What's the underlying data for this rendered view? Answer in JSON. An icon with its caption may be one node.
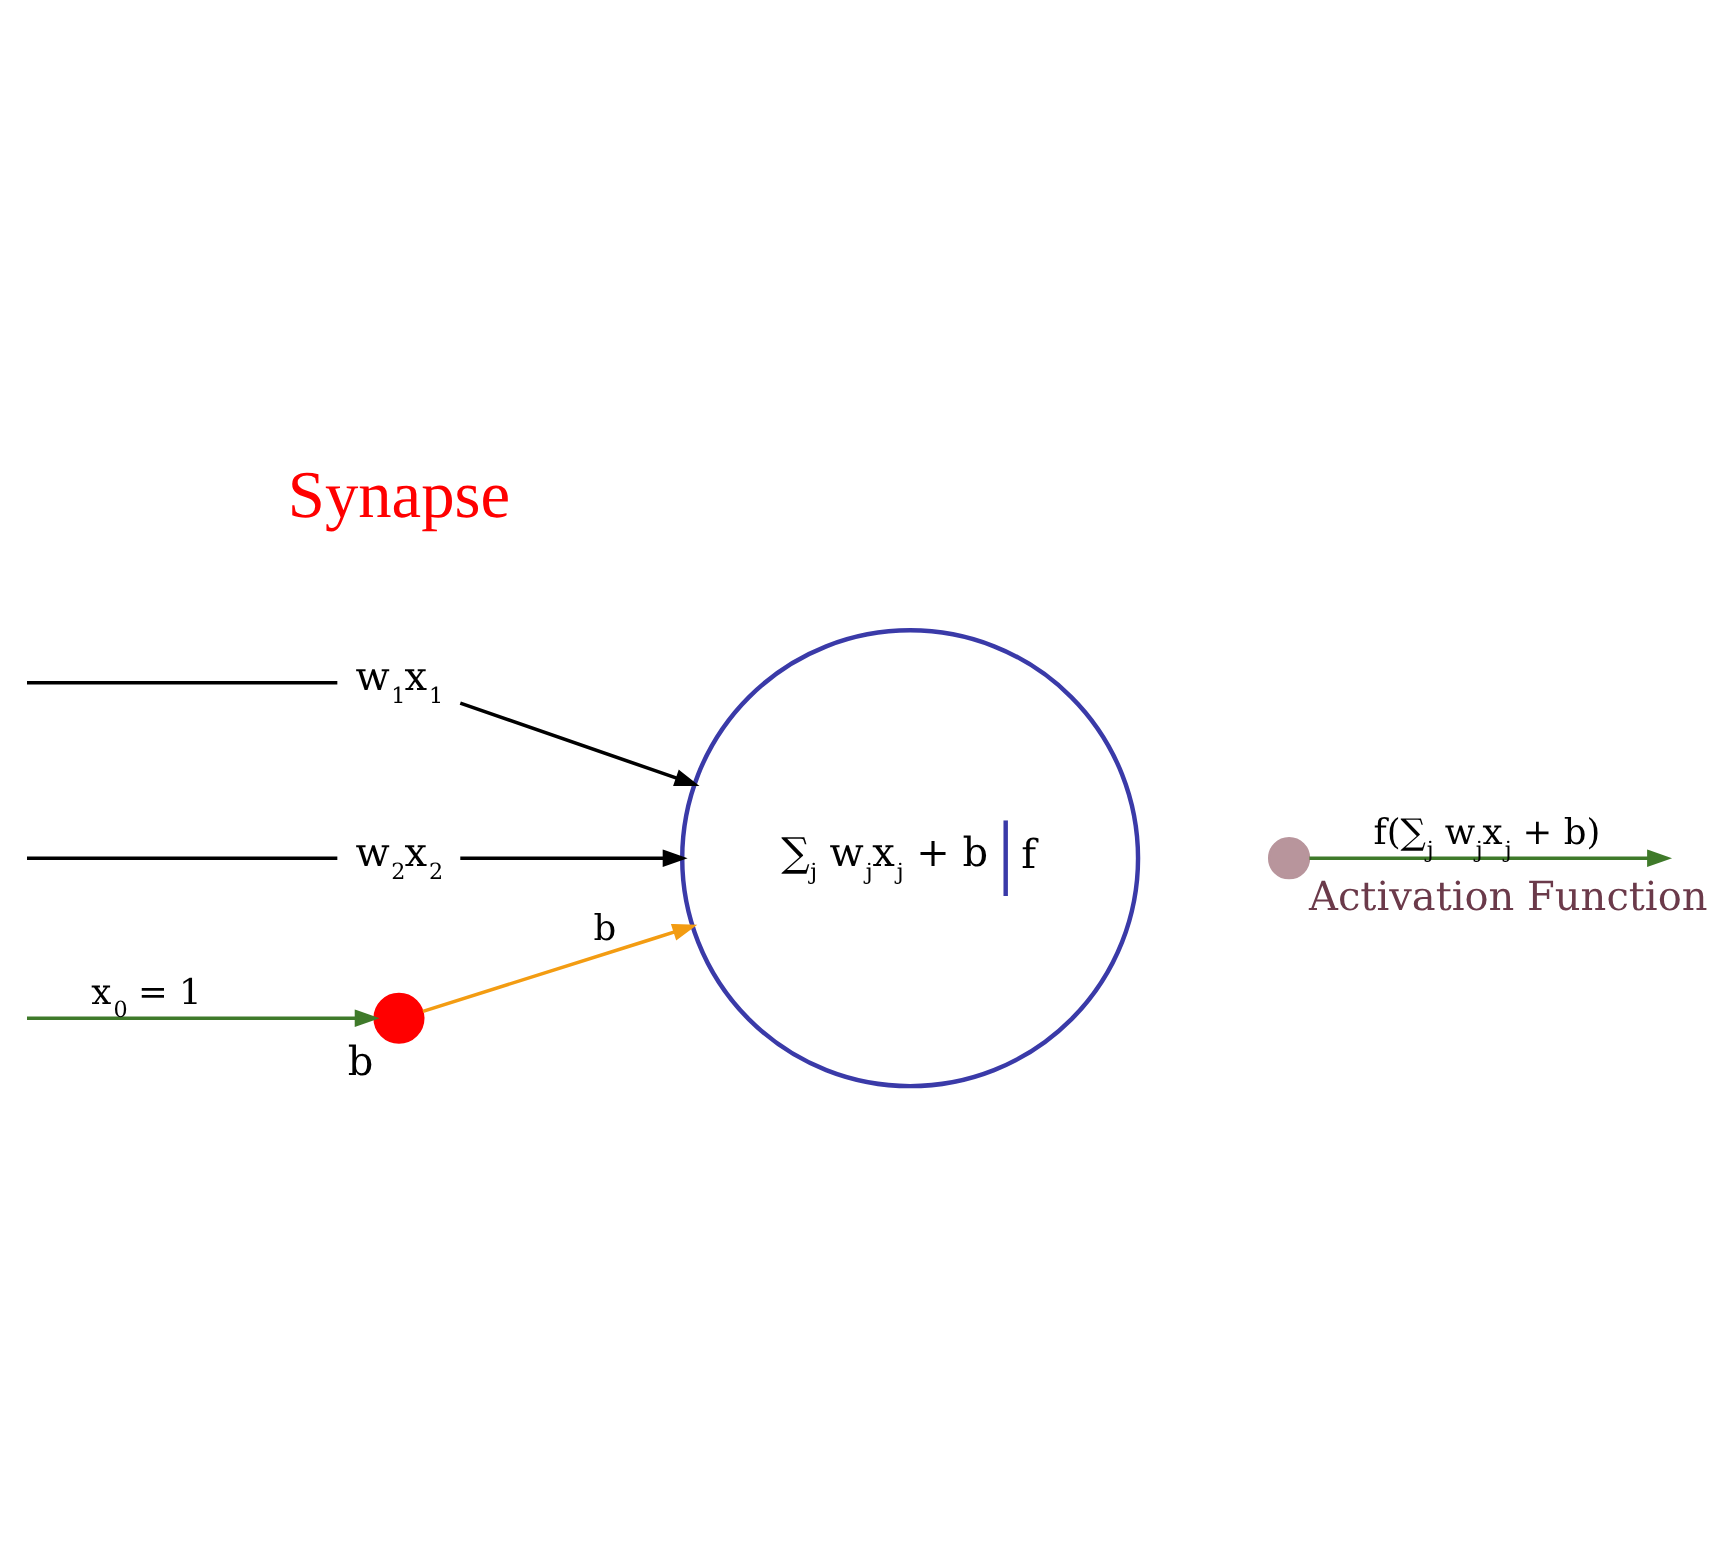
{
  "diagram": {
    "nodes": [
      {
        "text": [],
        "shape": "circle",
        "beside": [
          "b"
        ]
      },
      {
        "text": [
          "∑$_{j}$ w$_{j}$x$_{j}$ + b",
          "f"
        ]
      },
      {
        "text": [],
        "shape": "circle",
        "beside": [
          "Activation Function"
        ]
      },
      {
        "text": [
          "w$_{1}$x$_{1}$"
        ]
      },
      {
        "text": [
          "w$_{2}$x$_{2}$"
        ]
      }
    ],
    "edges": [
      {
        "from": null,
        "to": 0,
        "arrow": "to",
        "label": "x$_{0}$ = 1",
        "color": "#3f7a2a"
      },
      {
        "from": 0,
        "to": 1,
        "arrow": "to",
        "label": "b",
        "color": "#f39c12"
      },
      {
        "from": null,
        "to": 3,
        "arrow": "none"
      },
      {
        "from": 3,
        "to": 1,
        "arrow": "to"
      },
      {
        "from": null,
        "to": 4,
        "arrow": "none"
      },
      {
        "from": 4,
        "to": 1,
        "arrow": "to"
      },
      {
        "from": 2,
        "to": null,
        "arrow": "to",
        "label": "f(∑$_{j}$ w$_{j}$x$_{j}$ + b)",
        "color": "#3f7a2a"
      }
    ],
    "labels": [
      "Synapse"
    ]
  }
}
